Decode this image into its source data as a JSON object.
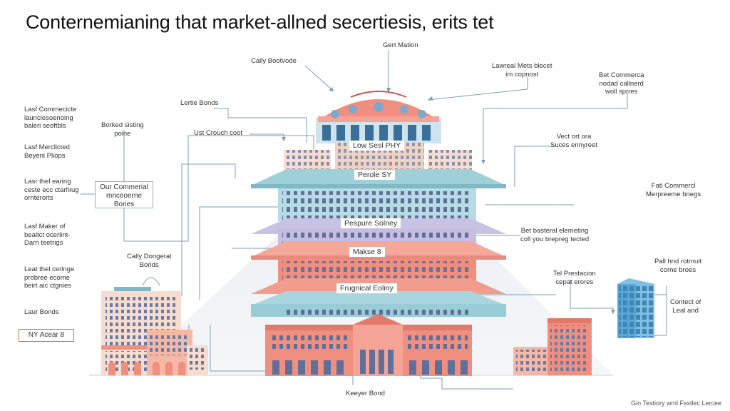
{
  "title": "Conternemianing that market-allned secertiesis, erits tet",
  "footer": "Gin Testiory wml Fsstlec Lercee",
  "palette": {
    "teal": "#a9d6de",
    "teal_dark": "#7fb9c6",
    "coral": "#f08f7f",
    "salmon": "#f4b8a5",
    "lavender": "#c7bde0",
    "cream": "#f6ddcf",
    "window": "#5e6f9a",
    "line": "#7d9fb8"
  },
  "labels": {
    "cally_bootvode": "Cally Bootvode",
    "gent_mation": "Gert Mation",
    "lawreal_mets": "Lawreal Mets blecet\nim copnost",
    "bet_commerca": "Bet Commerca\nnodad callnerd\nwoll sprres",
    "lertie_bonds": "Lertie Bonds",
    "bocked_sisting": "Borked sisting\npoine",
    "ust_crouch": "Ust Crouch coot",
    "low_seel": "Low Sesl PHY",
    "periote_sy": "Perole SY",
    "vect_ort": "Vect ort ora\nSuces ennyreet",
    "fatl_commercl": "Fatl Commercl\nMerpreeme bnegs",
    "pespure_sofney": "Pespure Solney",
    "bet_basteral": "Bet basteral elemeting\ncoll you brepreg tected",
    "makse": "Makse 8",
    "frugnical": "Frugnical Eoliny",
    "tol_prestaton": "Tel Prestacion\ncepat erores",
    "pall_hnd": "Pall hnd rotmuit\ncorne broes",
    "contect_of": "Contect of\nLeal and",
    "keeyer_bond": "Keeyer Bond",
    "cally_dongeral": "Cally Dongeral\nBorids",
    "left": [
      "Lasf Commecicte\nlaunclesoenoing\nbaleri seoftbls",
      "Lasf Merclicted\nBeyeni Pliops",
      "Lasr thel earing\nceste ecc ctarhiug\nornterorts",
      "Lasf Maker of\nbealtct ocerlint-\nDarn teetrigs",
      "Leat thel cerlnge\nprobree ecome\nbeirt aic ctgnies",
      "Laur Bonds"
    ],
    "our_commerial": "Our Commerial\nmnceoerne\nBories",
    "ny_acear": "NY Acear 8"
  }
}
